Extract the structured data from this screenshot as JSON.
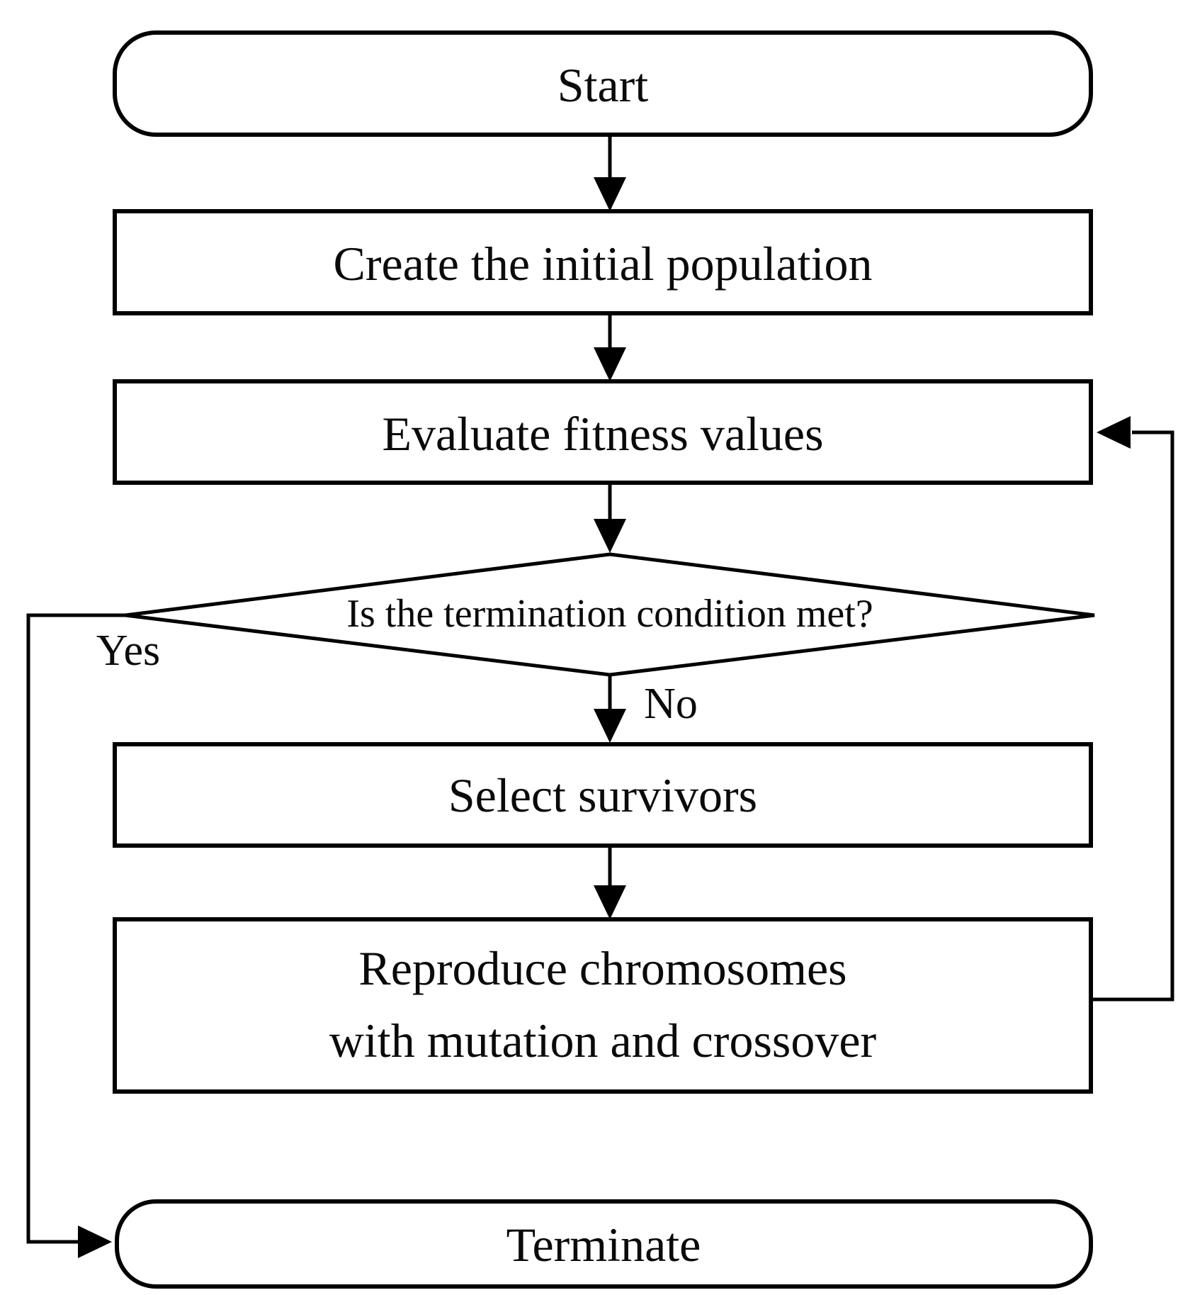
{
  "figure": {
    "type": "flowchart",
    "background_color": "#ffffff",
    "stroke_color": "#000000",
    "text_color": "#0a0a0a",
    "nodes": {
      "start": {
        "shape": "terminator",
        "label": "Start"
      },
      "create_population": {
        "shape": "process",
        "label": "Create the initial population"
      },
      "evaluate_fitness": {
        "shape": "process",
        "label": "Evaluate fitness values"
      },
      "termination_check": {
        "shape": "decision",
        "label": "Is the termination condition met?"
      },
      "select_survivors": {
        "shape": "process",
        "label": "Select survivors"
      },
      "reproduce": {
        "shape": "process",
        "label_line1": "Reproduce chromosomes",
        "label_line2": "with mutation and crossover"
      },
      "terminate": {
        "shape": "terminator",
        "label": "Terminate"
      }
    },
    "edge_labels": {
      "yes": "Yes",
      "no": "No"
    },
    "edges": [
      {
        "from": "start",
        "to": "create_population"
      },
      {
        "from": "create_population",
        "to": "evaluate_fitness"
      },
      {
        "from": "evaluate_fitness",
        "to": "termination_check"
      },
      {
        "from": "termination_check",
        "to": "select_survivors",
        "label": "No"
      },
      {
        "from": "termination_check",
        "to": "terminate",
        "label": "Yes"
      },
      {
        "from": "select_survivors",
        "to": "reproduce"
      },
      {
        "from": "reproduce",
        "to": "evaluate_fitness",
        "kind": "loop-back"
      }
    ]
  }
}
